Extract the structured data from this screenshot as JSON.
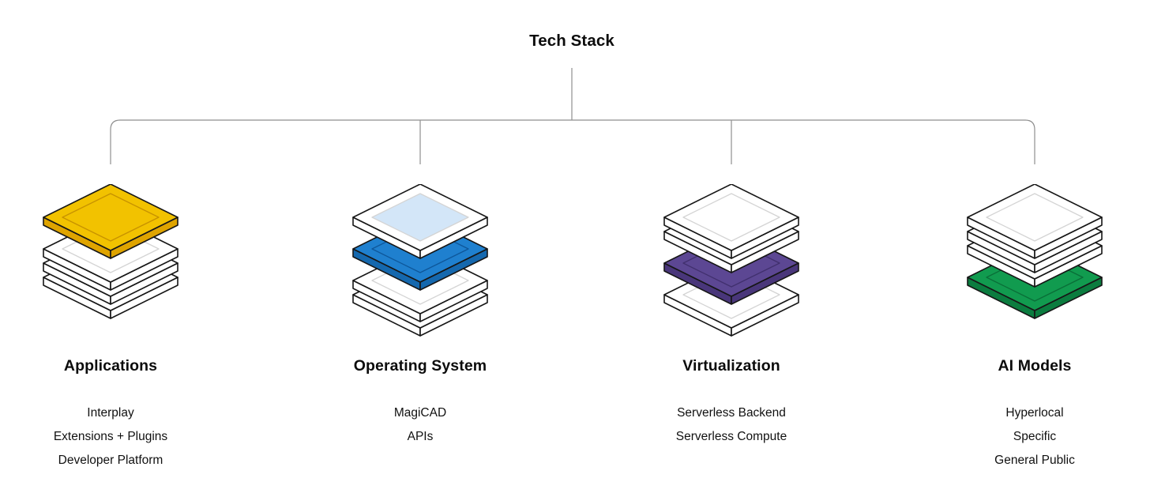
{
  "title": "Tech Stack",
  "connector_color": "#8f8f8f",
  "outline_color": "#161616",
  "white_layer_color": "#ffffff",
  "white_inset_stroke": "#d4d4d4",
  "columns": [
    {
      "title": "Applications",
      "items": [
        "Interplay",
        "Extensions + Plugins",
        "Developer Platform"
      ],
      "stack": {
        "icon": "layer-stack-icon",
        "layer_count": 4,
        "highlight_index": 0,
        "highlight_color": "#F2C200",
        "highlight_side_color": "#DFA400",
        "highlight_inset_color": "#C79200",
        "tint_color": "#FBEFC4"
      }
    },
    {
      "title": "Operating System",
      "items": [
        "MagiCAD",
        "APIs"
      ],
      "stack": {
        "icon": "layer-stack-icon",
        "layer_count": 4,
        "highlight_index": 1,
        "highlight_color": "#1F80CF",
        "highlight_side_color": "#1568AE",
        "highlight_inset_color": "#0E579A",
        "tint_color": "#D3E6F8"
      }
    },
    {
      "title": "Virtualization",
      "items": [
        "Serverless Backend",
        "Serverless Compute"
      ],
      "stack": {
        "icon": "layer-stack-icon",
        "layer_count": 4,
        "highlight_index": 2,
        "highlight_color": "#5C4793",
        "highlight_side_color": "#49367A",
        "highlight_inset_color": "#41306E",
        "tint_color": "#E7E4F4"
      }
    },
    {
      "title": "AI Models",
      "items": [
        "Hyperlocal",
        "Specific",
        "General Public"
      ],
      "stack": {
        "icon": "layer-stack-icon",
        "layer_count": 4,
        "highlight_index": 3,
        "highlight_color": "#119B4F",
        "highlight_side_color": "#0B7C3F",
        "highlight_inset_color": "#0A6E38",
        "tint_color": "#E2F2E9"
      }
    }
  ]
}
